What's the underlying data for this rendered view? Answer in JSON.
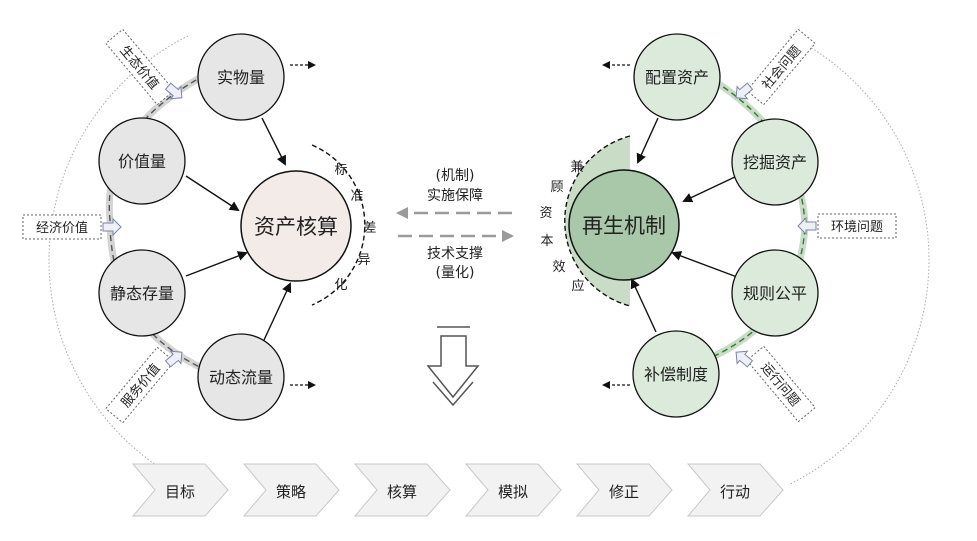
{
  "left": {
    "center": "资产核算",
    "nodes": [
      "实物量",
      "价值量",
      "静态存量",
      "动态流量"
    ],
    "side_labels": [
      "生态价值",
      "经济价值",
      "服务价值"
    ],
    "arc_chars": [
      "标",
      "准",
      "差",
      "异",
      "化"
    ]
  },
  "right": {
    "center": "再生机制",
    "nodes": [
      "配置资产",
      "挖掘资产",
      "规则公平",
      "补偿制度"
    ],
    "side_labels": [
      "社会问题",
      "环境问题",
      "运行问题"
    ],
    "arc_chars": [
      "兼",
      "顾",
      "资",
      "本",
      "效",
      "应"
    ]
  },
  "middle": {
    "top_line1": "(机制)",
    "top_line2": "实施保障",
    "bottom_line1": "技术支撑",
    "bottom_line2": "(量化)"
  },
  "steps": [
    "目标",
    "策略",
    "核算",
    "模拟",
    "修正",
    "行动"
  ],
  "colors": {
    "left_node_fill": "#e6e6e6",
    "left_center_fill": "#f3ebe8",
    "right_node_fill": "#dceadb",
    "right_center_fill": "#a9c8aa",
    "right_arc_fill": "#c9dcc6",
    "green_dash": "#2e7d32",
    "step_fill": "#f2f2f2"
  }
}
